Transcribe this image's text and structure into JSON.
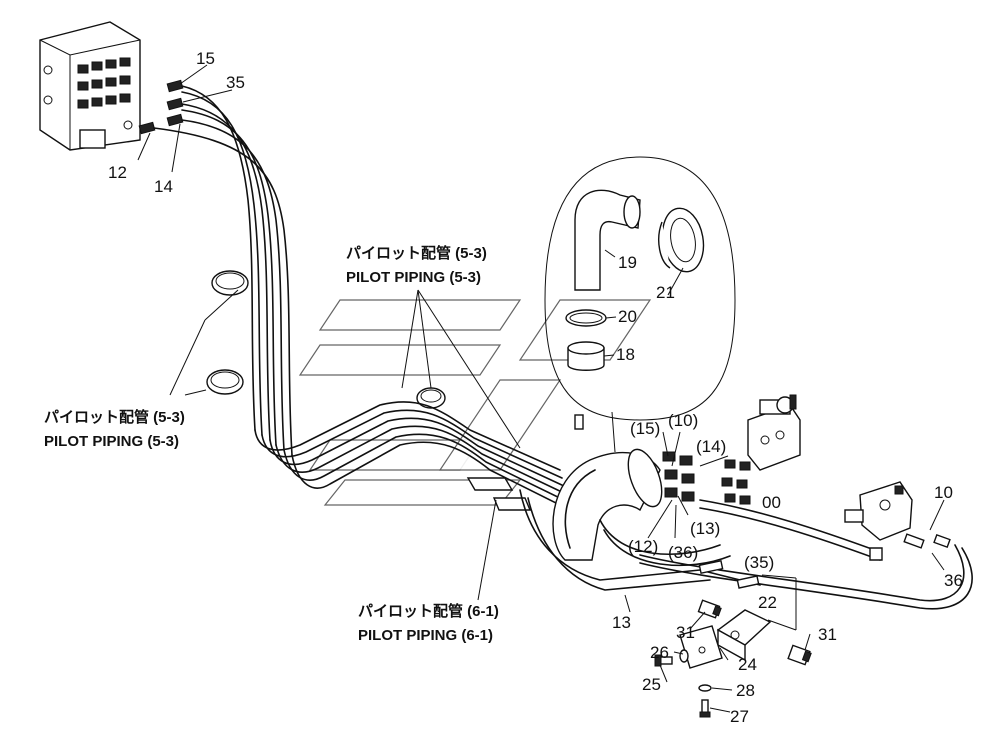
{
  "callouts": {
    "c15": "15",
    "c35": "35",
    "c12": "12",
    "c14": "14",
    "c19": "19",
    "c21": "21",
    "c20": "20",
    "c18": "18",
    "c15p": "(15)",
    "c10p": "(10)",
    "c14p": "(14)",
    "c00": "00",
    "c13p": "(13)",
    "c12p": "(12)",
    "c36p": "(36)",
    "c10": "10",
    "c36": "36",
    "c35p": "(35)",
    "c22": "22",
    "c13": "13",
    "c31a": "31",
    "c31b": "31",
    "c26": "26",
    "c24": "24",
    "c25": "25",
    "c28": "28",
    "c27": "27"
  },
  "labels": {
    "top_jp": "パイロット配管 (5-3)",
    "top_en": "PILOT PIPING (5-3)",
    "left_jp": "パイロット配管 (5-3)",
    "left_en": "PILOT PIPING (5-3)",
    "bottom_jp": "パイロット配管 (6-1)",
    "bottom_en": "PILOT PIPING (6-1)"
  }
}
